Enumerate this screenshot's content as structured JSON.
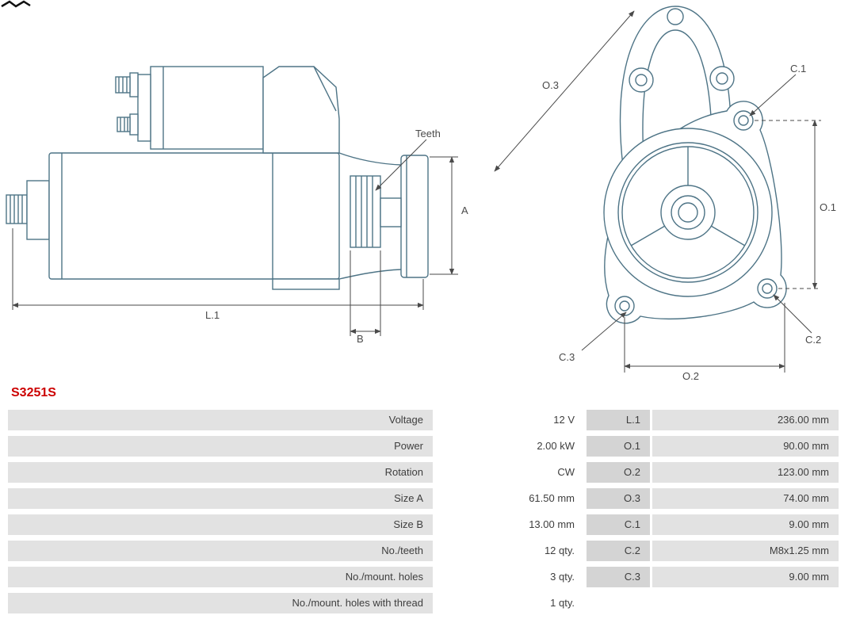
{
  "part_number": "S3251S",
  "colors": {
    "part_number": "#cc0000",
    "drawing_line": "#4e7486",
    "dimension_line": "#4a4a4a",
    "cell_label_bg": "#e2e2e2",
    "cell_dim_bg": "#d4d4d4",
    "cell_value_bg": "#ffffff",
    "text": "#3e3e3e"
  },
  "diagram": {
    "side_view": {
      "labels": {
        "teeth": "Teeth",
        "a": "A",
        "b": "B",
        "l1": "L.1"
      }
    },
    "front_view": {
      "labels": {
        "o1": "O.1",
        "o2": "O.2",
        "o3": "O.3",
        "c1": "C.1",
        "c2": "C.2",
        "c3": "C.3"
      }
    }
  },
  "specs": {
    "rows": [
      {
        "property": "Voltage",
        "value": "12 V",
        "dim": "L.1",
        "dim_value": "236.00 mm"
      },
      {
        "property": "Power",
        "value": "2.00 kW",
        "dim": "O.1",
        "dim_value": "90.00 mm"
      },
      {
        "property": "Rotation",
        "value": "CW",
        "dim": "O.2",
        "dim_value": "123.00 mm"
      },
      {
        "property": "Size A",
        "value": "61.50 mm",
        "dim": "O.3",
        "dim_value": "74.00 mm"
      },
      {
        "property": "Size B",
        "value": "13.00 mm",
        "dim": "C.1",
        "dim_value": "9.00 mm"
      },
      {
        "property": "No./teeth",
        "value": "12 qty.",
        "dim": "C.2",
        "dim_value": "M8x1.25 mm"
      },
      {
        "property": "No./mount. holes",
        "value": "3 qty.",
        "dim": "C.3",
        "dim_value": "9.00 mm"
      },
      {
        "property": "No./mount. holes with thread",
        "value": "1 qty.",
        "dim": "",
        "dim_value": ""
      }
    ]
  }
}
